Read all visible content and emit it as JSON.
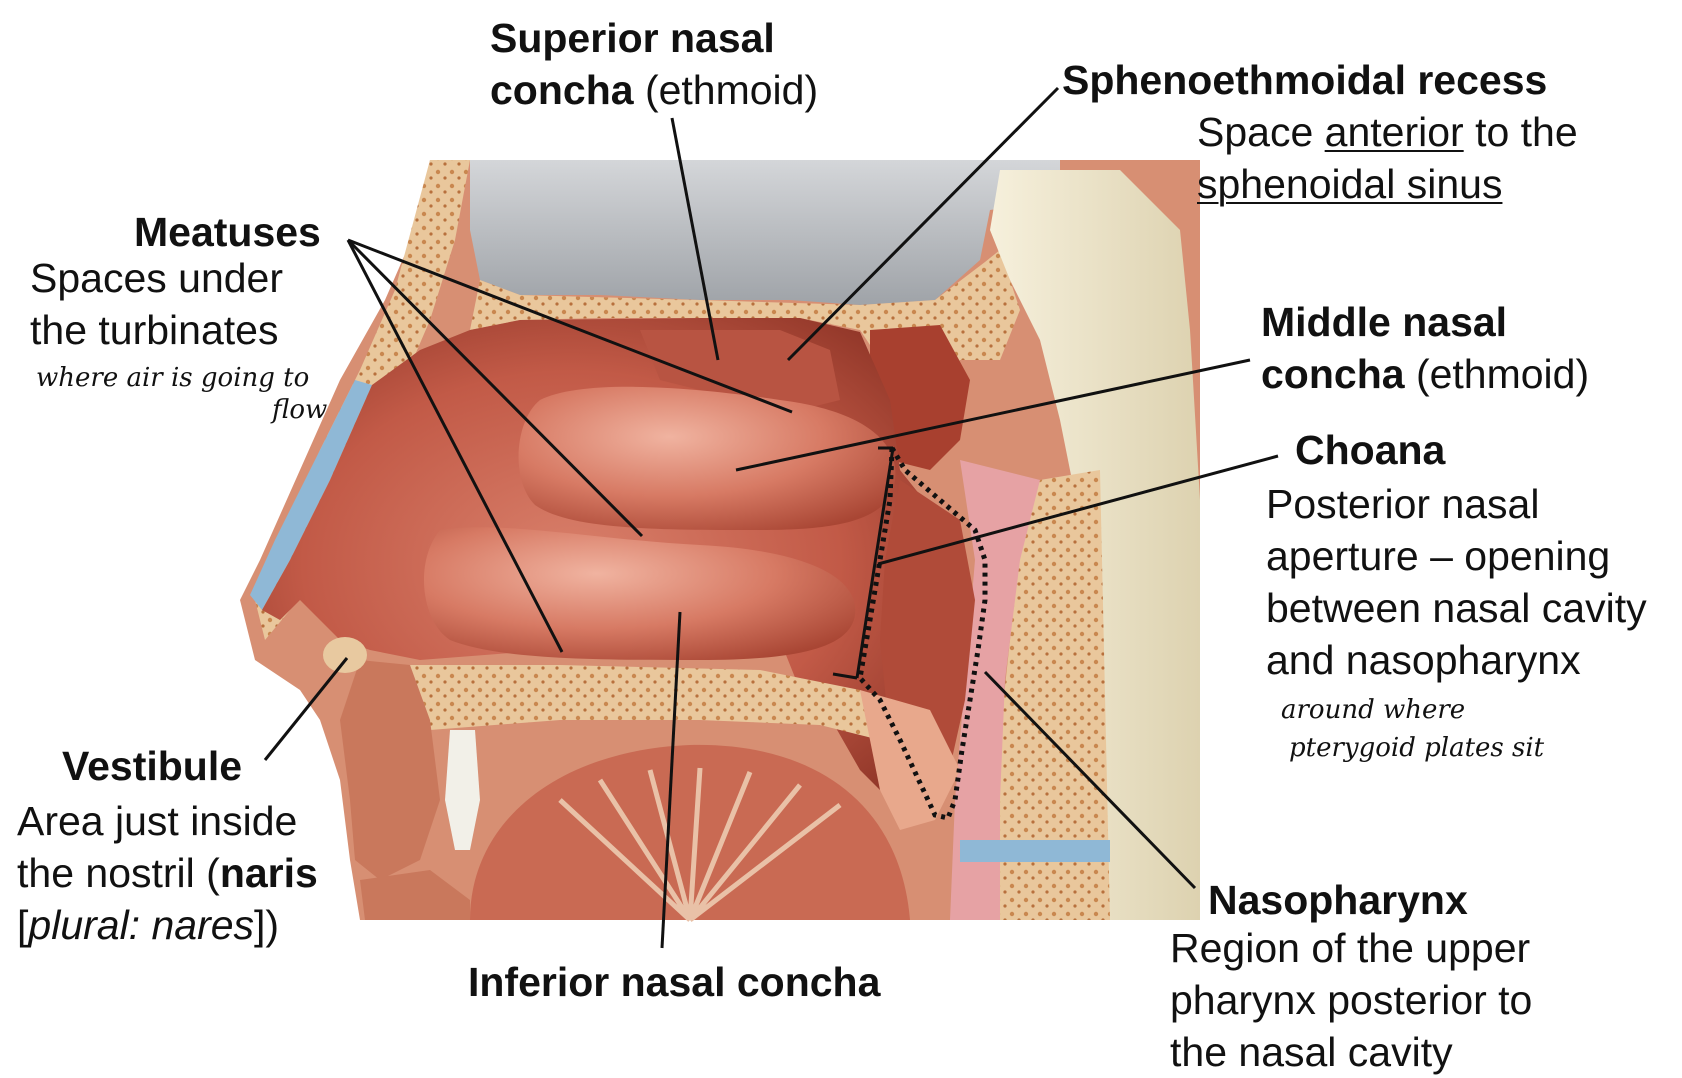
{
  "labels": {
    "superior": {
      "title_line1": "Superior nasal",
      "title_line2": "concha",
      "note": "(ethmoid)"
    },
    "sphenoethmoidal": {
      "title": "Sphenoethmoidal recess",
      "desc_a": "Space ",
      "desc_b": "anterior",
      "desc_c": " to the",
      "desc_d": "sphenoidal sinus"
    },
    "meatuses": {
      "title": "Meatuses",
      "desc1": "Spaces under",
      "desc2": "the turbinates",
      "hand1": "where air is going to",
      "hand2": "flow"
    },
    "middle": {
      "title_line1": "Middle nasal",
      "title_line2": "concha",
      "note": "(ethmoid)"
    },
    "choana": {
      "title": "Choana",
      "desc1": "Posterior nasal",
      "desc2": "aperture – opening",
      "desc3": "between nasal cavity",
      "desc4": "and nasopharynx",
      "hand1": "around where",
      "hand2": "pterygoid plates sit"
    },
    "vestibule": {
      "title": "Vestibule",
      "desc1": "Area just inside",
      "desc2a": "the nostril (",
      "desc2b": "naris",
      "desc3a": "[",
      "desc3b": "plural: nares",
      "desc3c": "])"
    },
    "inferior": {
      "title": "Inferior nasal concha"
    },
    "nasopharynx": {
      "title": "Nasopharynx",
      "desc1": "Region of the upper",
      "desc2": "pharynx posterior to",
      "desc3": "the nasal cavity"
    }
  },
  "colors": {
    "mucosa": "#c8614f",
    "mucosa_dark": "#9c3b2e",
    "bone": "#e8c9a0",
    "brain": "#b9bcc0",
    "spine": "#ece4c8",
    "skin": "#d88a6e",
    "blue": "#8fb8d6"
  }
}
